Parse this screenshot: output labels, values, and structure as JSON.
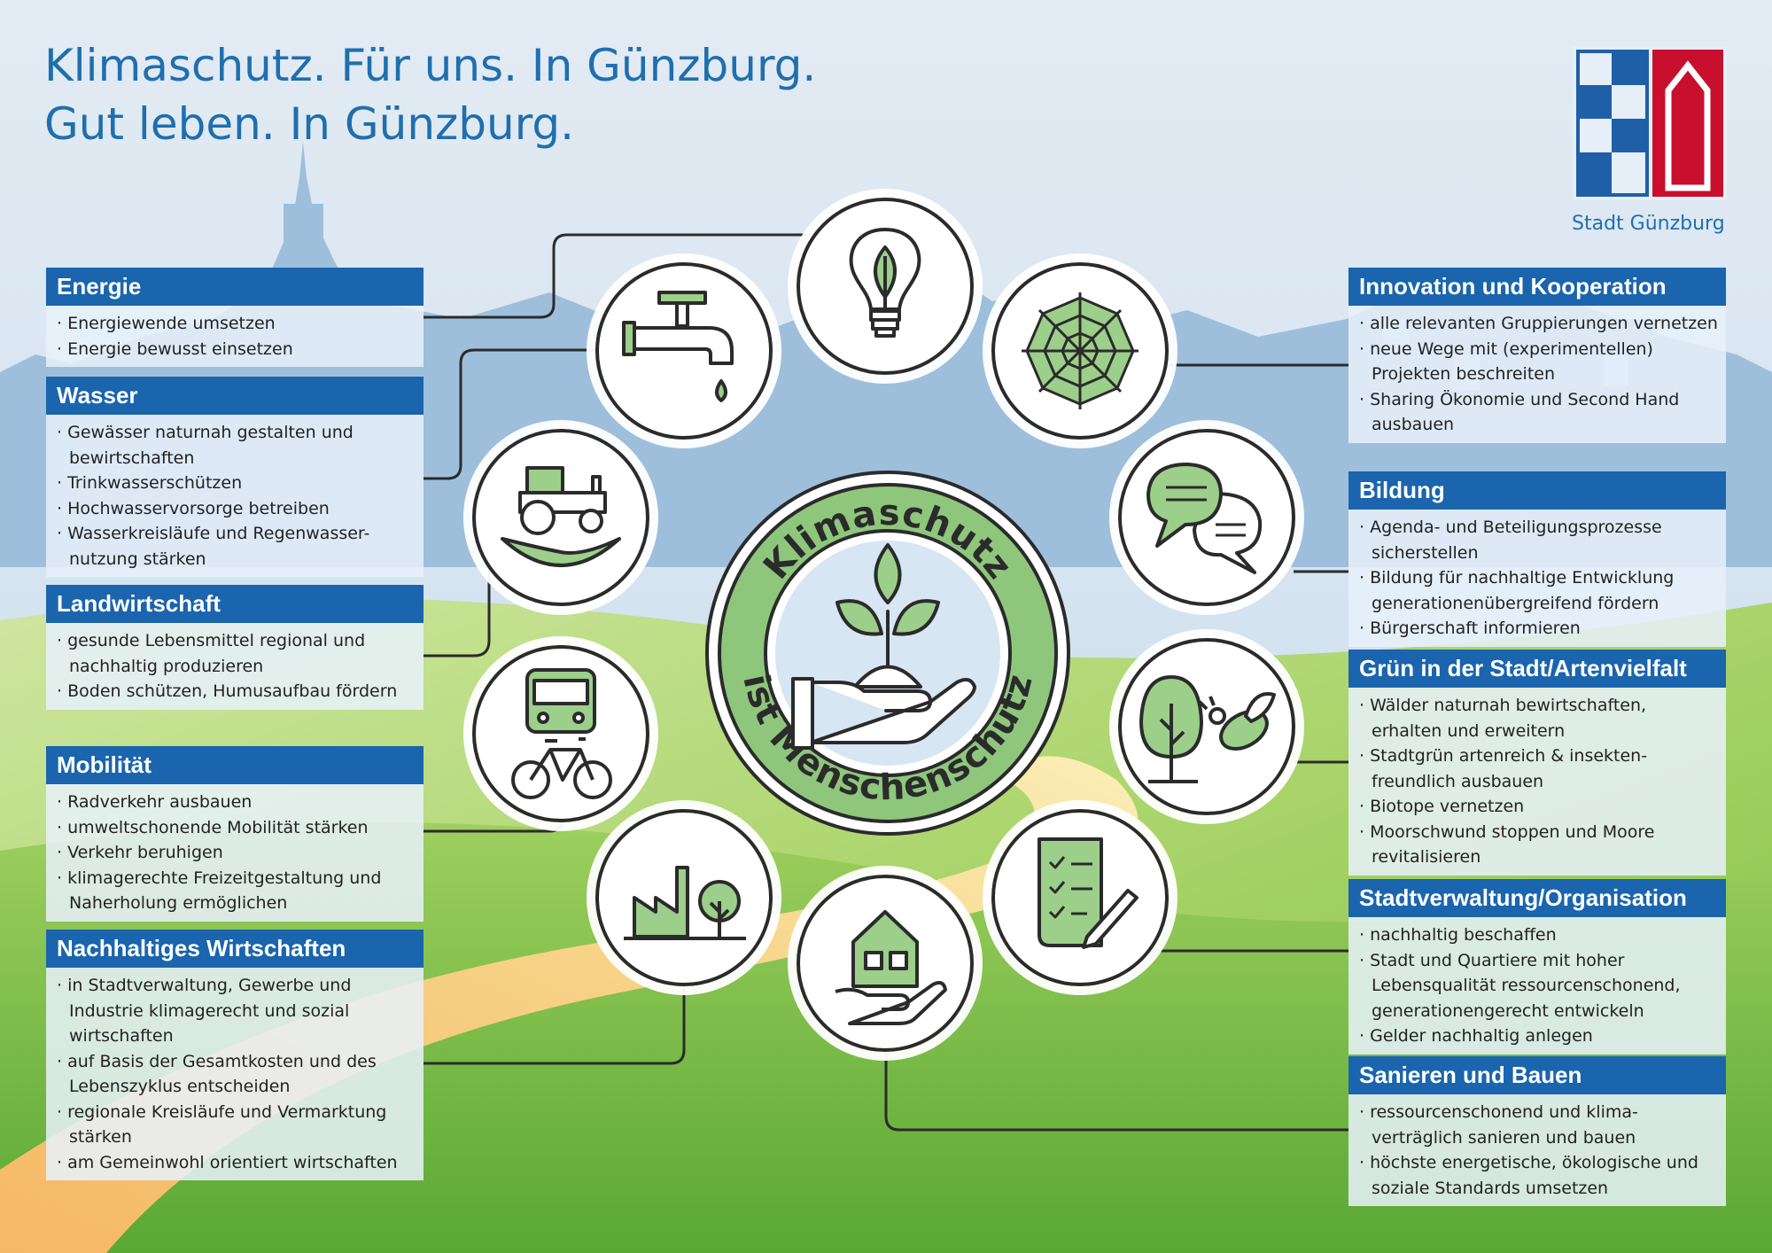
{
  "header": {
    "line1": "Klimaschutz. Für uns. In Günzburg.",
    "line2": "Gut leben. In Günzburg."
  },
  "logo": {
    "text": "Stadt Günzburg",
    "colors": {
      "blue": "#1f5fa8",
      "red": "#c8102e",
      "light": "#e6eef7"
    }
  },
  "center": {
    "top_text": "Klimaschutz",
    "bottom_text": "ist Menschenschutz",
    "icon": "hand-plant-icon"
  },
  "colors": {
    "accent_blue": "#1a65ad",
    "title_blue": "#1f6fae",
    "icon_green": "#9ccf8a",
    "ring_green": "#8ec77c"
  },
  "left_boxes": [
    {
      "title": "Energie",
      "items": [
        "Energiewende umsetzen",
        "Energie bewusst einsetzen"
      ]
    },
    {
      "title": "Wasser",
      "items": [
        "Gewässer naturnah gestalten und bewirtschaften",
        "Trinkwasserschützen",
        "Hochwasservorsorge betreiben",
        "Wasserkreisläufe und Regenwasser-nutzung stärken"
      ]
    },
    {
      "title": "Landwirtschaft",
      "items": [
        "gesunde Lebensmittel regional und nachhaltig produzieren",
        "Boden schützen, Humusaufbau fördern"
      ]
    },
    {
      "title": "Mobilität",
      "items": [
        "Radverkehr ausbauen",
        "umweltschonende Mobilität stärken",
        "Verkehr beruhigen",
        "klimagerechte Freizeitgestaltung und Naherholung ermöglichen"
      ]
    },
    {
      "title": "Nachhaltiges Wirtschaften",
      "items": [
        "in Stadtverwaltung, Gewerbe und Industrie klimagerecht und sozial wirtschaften",
        "auf Basis der Gesamtkosten und des Lebenszyklus entscheiden",
        "regionale Kreisläufe und Vermarktung stärken",
        "am Gemeinwohl orientiert wirtschaften"
      ]
    }
  ],
  "right_boxes": [
    {
      "title": "Innovation und Kooperation",
      "items": [
        "alle relevanten Gruppierungen vernetzen",
        "neue Wege mit (experimentellen) Projekten beschreiten",
        "Sharing Ökonomie und Second Hand ausbauen"
      ]
    },
    {
      "title": "Bildung",
      "items": [
        "Agenda- und Beteiligungsprozesse sicherstellen",
        "Bildung für nachhaltige Entwicklung generationenübergreifend fördern",
        "Bürgerschaft informieren"
      ]
    },
    {
      "title": "Grün in der Stadt/Artenvielfalt",
      "items": [
        "Wälder naturnah bewirtschaften, erhalten und erweitern",
        "Stadtgrün artenreich & insekten-freundlich ausbauen",
        "Biotope vernetzen",
        "Moorschwund stoppen und Moore revitalisieren"
      ]
    },
    {
      "title": "Stadtverwaltung/Organisation",
      "items": [
        "nachhaltig beschaffen",
        "Stadt und Quartiere mit hoher Lebensqualität ressourcenschonend, generationengerecht entwickeln",
        "Gelder nachhaltig anlegen"
      ]
    },
    {
      "title": "Sanieren und Bauen",
      "items": [
        "ressourcenschonend und klima-verträglich sanieren und bauen",
        "höchste energetische, ökologische und soziale Standards umsetzen"
      ]
    }
  ],
  "icons": [
    "lightbulb-icon",
    "water-tap-icon",
    "spider-web-icon",
    "tractor-icon",
    "speech-bubbles-icon",
    "bus-bicycle-icon",
    "tree-bee-icon",
    "factory-tree-icon",
    "checklist-pen-icon",
    "house-hand-icon"
  ]
}
